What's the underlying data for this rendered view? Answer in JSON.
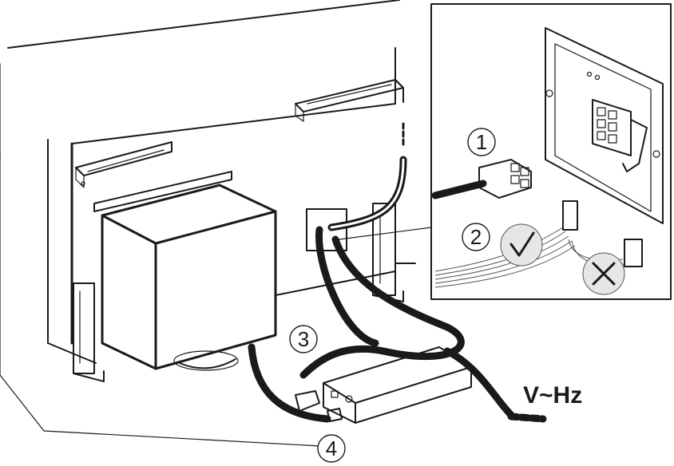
{
  "labels": {
    "step1": "1",
    "step2": "2",
    "step3": "3",
    "step4": "4",
    "power": "V~Hz"
  },
  "marks": {
    "correct": "check-icon",
    "wrong": "cross-icon"
  },
  "colors": {
    "line": "#1a1a1a",
    "mark_fill": "#e6e6e6",
    "background": "#ffffff"
  }
}
